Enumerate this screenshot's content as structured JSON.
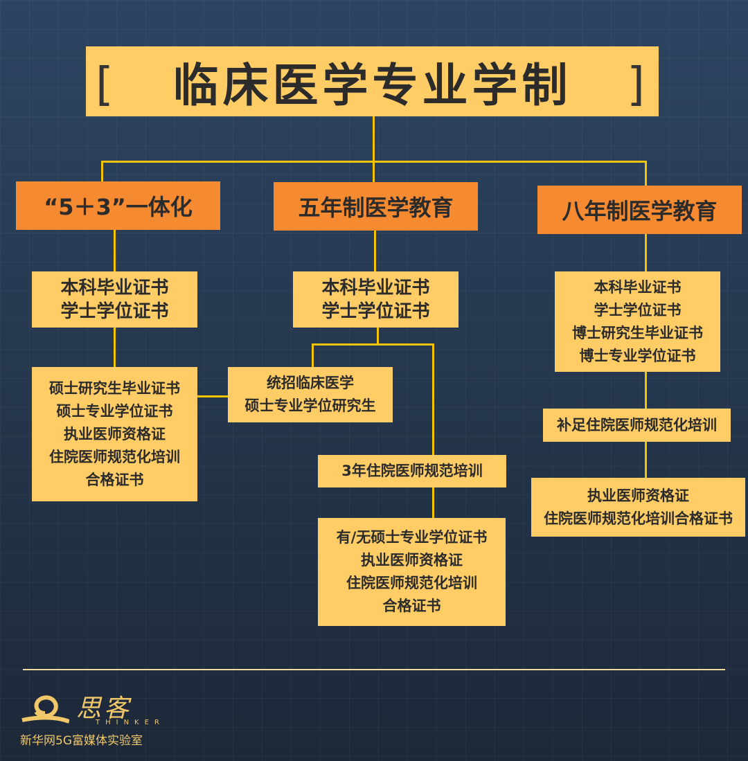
{
  "title": "临床医学专业学制",
  "branches": [
    {
      "label": "“5＋3”一体化",
      "steps": [
        [
          "本科毕业证书",
          "学士学位证书"
        ],
        [
          "硕士研究生毕业证书",
          "硕士专业学位证书",
          "执业医师资格证",
          "住院医师规范化培训",
          "合格证书"
        ]
      ]
    },
    {
      "label": "五年制医学教育",
      "steps": [
        [
          "本科毕业证书",
          "学士学位证书"
        ],
        [
          "统招临床医学",
          "硕士专业学位研究生"
        ],
        [
          "3年住院医师规范培训"
        ],
        [
          "有/无硕士专业学位证书",
          "执业医师资格证",
          "住院医师规范化培训",
          "合格证书"
        ]
      ]
    },
    {
      "label": "八年制医学教育",
      "steps": [
        [
          "本科毕业证书",
          "学士学位证书",
          "博士研究生毕业证书",
          "博士专业学位证书"
        ],
        [
          "补足住院医师规范化培训"
        ],
        [
          "执业医师资格证",
          "住院医师规范化培训合格证书"
        ]
      ]
    }
  ],
  "footer": {
    "logo_text": "思客",
    "logo_sub": "THINKER",
    "org": "新华网5G富媒体实验室"
  },
  "colors": {
    "yellow": "#ffcc66",
    "orange": "#f58a30",
    "line": "#f5c400"
  }
}
